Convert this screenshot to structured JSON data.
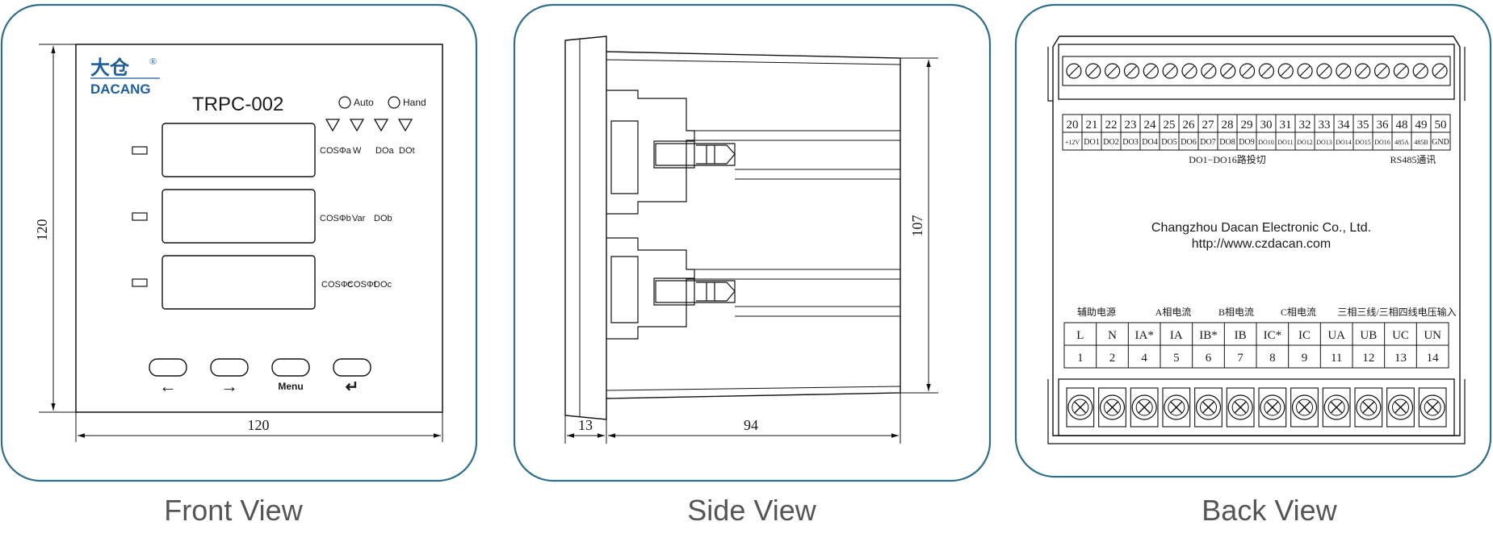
{
  "colors": {
    "frame": "#2f6f8a",
    "line": "#111111",
    "brand": "#1f5e9a",
    "caption": "#555555"
  },
  "captions": {
    "front": "Front View",
    "side": "Side View",
    "back": "Back View"
  },
  "front": {
    "brand_cn": "大仓",
    "brand_reg": "®",
    "brand_en": "DACANG",
    "model": "TRPC-002",
    "modes": [
      "Auto",
      "Hand"
    ],
    "display_labels": [
      [
        "COSΦa",
        "W",
        "DOa",
        "DOt"
      ],
      [
        "COSΦb",
        "Var",
        "DOb"
      ],
      [
        "COSΦc",
        "COSΦt",
        "DOc"
      ]
    ],
    "button_labels": [
      "←",
      "→",
      "Menu",
      "↵"
    ],
    "dim_height": "120",
    "dim_width": "120"
  },
  "side": {
    "dim_front": "13",
    "dim_depth": "94",
    "dim_height": "107"
  },
  "back": {
    "top_numbers": [
      "20",
      "21",
      "22",
      "23",
      "24",
      "25",
      "26",
      "27",
      "28",
      "29",
      "30",
      "31",
      "32",
      "33",
      "34",
      "35",
      "36",
      "48",
      "49",
      "50"
    ],
    "top_labels": [
      "+12V",
      "DO1",
      "DO2",
      "DO3",
      "DO4",
      "DO5",
      "DO6",
      "DO7",
      "DO8",
      "DO9",
      "DO10",
      "DO11",
      "DO12",
      "DO13",
      "DO14",
      "DO15",
      "DO16",
      "485A",
      "485B",
      "GND"
    ],
    "group_do": "DO1−DO16路投切",
    "group_rs485": "RS485通讯",
    "company": "Changzhou Dacan Electronic Co., Ltd.",
    "website": "http://www.czdacan.com",
    "bottom_groups": [
      "辅助电源",
      "A相电流",
      "B相电流",
      "C相电流",
      "三相三线/三相四线电压输入"
    ],
    "bottom_labels": [
      "L",
      "N",
      "IA*",
      "IA",
      "IB*",
      "IB",
      "IC*",
      "IC",
      "UA",
      "UB",
      "UC",
      "UN"
    ],
    "bottom_numbers": [
      "1",
      "2",
      "4",
      "5",
      "6",
      "7",
      "8",
      "9",
      "11",
      "12",
      "13",
      "14"
    ]
  }
}
